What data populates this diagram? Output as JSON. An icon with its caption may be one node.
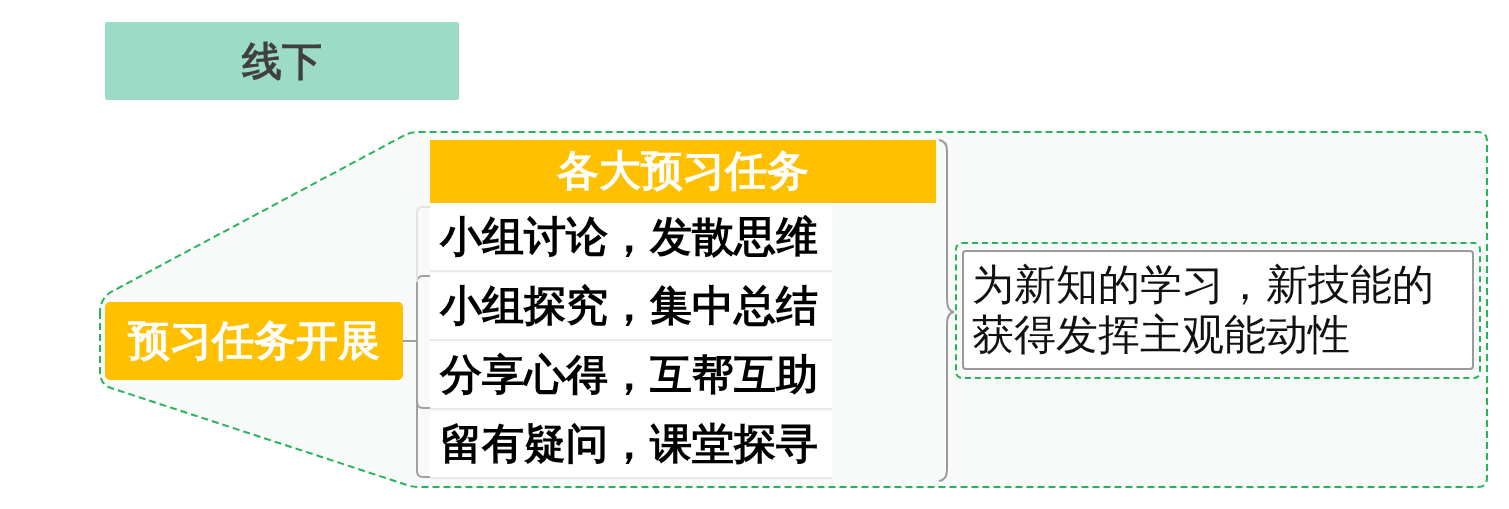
{
  "diagram": {
    "nodes": [
      {
        "text": [
          "线下"
        ]
      },
      {
        "text": [
          "预习任务开展"
        ]
      },
      {
        "text": [
          "各大预习任务"
        ]
      },
      {
        "text": [
          "小组讨论，发散思维"
        ]
      },
      {
        "text": [
          "小组探究，集中总结"
        ]
      },
      {
        "text": [
          "分享心得，互帮互助"
        ]
      },
      {
        "text": [
          "留有疑问，课堂探寻"
        ]
      },
      {
        "text": [
          "为新知的学习，新技能的获得发挥主观能动性"
        ]
      }
    ],
    "edges": [
      {
        "from": 1,
        "to": 3,
        "arrow": "none",
        "color": "#e2e2e2"
      },
      {
        "from": 1,
        "to": 4,
        "arrow": "none"
      },
      {
        "from": 1,
        "to": 5,
        "arrow": "none"
      },
      {
        "from": 1,
        "to": 6,
        "arrow": "none"
      }
    ]
  }
}
